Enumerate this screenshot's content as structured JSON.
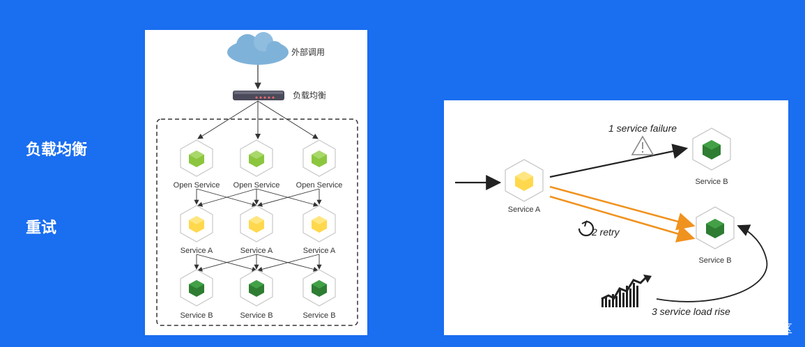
{
  "sidebar": {
    "load_balance_label": "负载均衡",
    "retry_label": "重试"
  },
  "left_diagram": {
    "external_call_label": "外部调用",
    "load_balancer_label": "负载均衡",
    "open_service_label": "Open Service",
    "service_a_label": "Service A",
    "service_b_label": "Service B",
    "colors": {
      "open_service": "#8cc63f",
      "service_a": "#ffd84d",
      "service_b": "#2e7d32",
      "cloud": "#7fb2d9"
    }
  },
  "right_diagram": {
    "service_a_label": "Service A",
    "service_b_top_label": "Service B",
    "service_b_bottom_label": "Service B",
    "failure_label": "1 service failure",
    "retry_label": "2 retry",
    "load_rise_label": "3 service load rise",
    "colors": {
      "retry_arrow": "#f0921e",
      "main_arrow": "#222222"
    }
  },
  "watermark": "@稀土掘金技术社区"
}
